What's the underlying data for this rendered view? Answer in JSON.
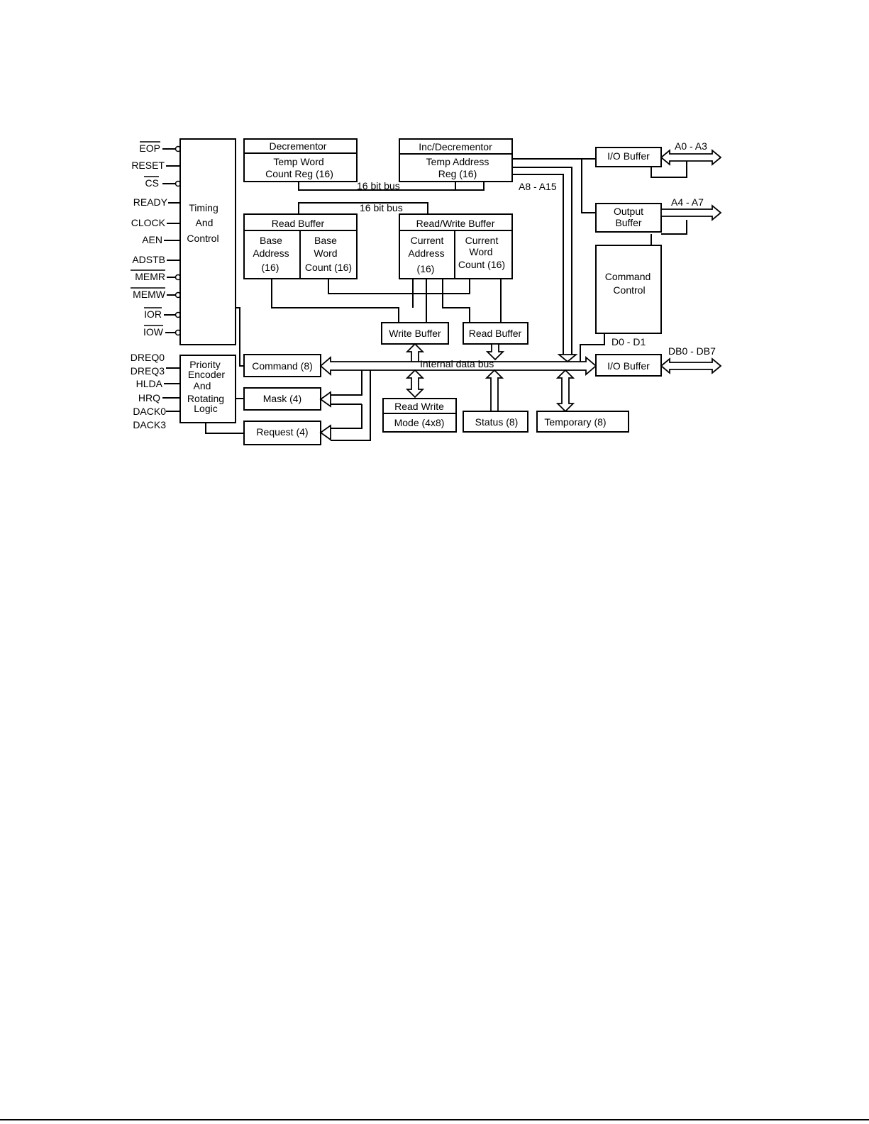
{
  "pins_left": [
    "EOP",
    "RESET",
    "CS",
    "READY",
    "CLOCK",
    "AEN",
    "ADSTB",
    "MEMR",
    "MEMW",
    "IOR",
    "IOW"
  ],
  "pins_priority": [
    "DREQ0",
    "DREQ3",
    "HLDA",
    "HRQ",
    "DACK0",
    "DACK3"
  ],
  "blocks": {
    "timing": [
      "Timing",
      "And",
      "Control"
    ],
    "decrementor": "Decrementor",
    "temp_word_count": [
      "Temp Word",
      "Count Reg (16)"
    ],
    "inc_decrementor": "Inc/Decrementor",
    "temp_address": [
      "Temp Address",
      "Reg (16)"
    ],
    "read_buffer": "Read Buffer",
    "base_address": [
      "Base",
      "Address",
      "(16)"
    ],
    "base_word_count": [
      "Base",
      "Word",
      "Count (16)"
    ],
    "rw_buffer": "Read/Write Buffer",
    "current_address": [
      "Current",
      "Address",
      "(16)"
    ],
    "current_word_count": [
      "Current",
      "Word",
      "Count (16)"
    ],
    "write_buffer": "Write Buffer",
    "read_buffer_small": "Read Buffer",
    "priority": [
      "Priority",
      "Encoder",
      "And",
      "Rotating",
      "Logic"
    ],
    "command": "Command (8)",
    "mask": "Mask (4)",
    "request": "Request (4)",
    "read_write": "Read Write",
    "mode": "Mode (4x8)",
    "status": "Status (8)",
    "temporary": "Temporary (8)",
    "io_buffer_top": "I/O Buffer",
    "output_buffer": [
      "Output",
      "Buffer"
    ],
    "command_control": [
      "Command",
      "Control"
    ],
    "io_buffer_bottom": "I/O Buffer"
  },
  "bus_labels": {
    "bus16_a": "16 bit bus",
    "bus16_b": "16 bit bus",
    "a8_a15": "A8 - A15",
    "a0_a3": "A0 - A3",
    "a4_a7": "A4 - A7",
    "d0_d1": "D0 - D1",
    "db0_db7": "DB0 - DB7",
    "internal": "Internal data bus"
  }
}
